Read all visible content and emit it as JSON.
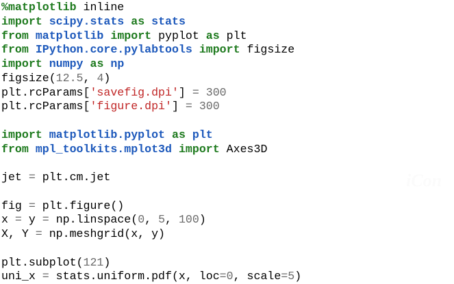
{
  "colors": {
    "background": "#ffffff",
    "keyword": "#1e7a1e",
    "namespace": "#1c58bb",
    "string": "#c02525",
    "number": "#6a6a6a",
    "operator": "#6a6a6a",
    "plain": "#000000"
  },
  "watermark": {
    "text": "iCon"
  },
  "code": {
    "language": "python",
    "lines": [
      {
        "tokens": [
          {
            "c": "k",
            "t": "%matplotlib"
          },
          {
            "c": "p",
            "t": " inline"
          }
        ]
      },
      {
        "tokens": [
          {
            "c": "k",
            "t": "import"
          },
          {
            "c": "p",
            "t": " "
          },
          {
            "c": "nn",
            "t": "scipy.stats"
          },
          {
            "c": "p",
            "t": " "
          },
          {
            "c": "k",
            "t": "as"
          },
          {
            "c": "p",
            "t": " "
          },
          {
            "c": "nn",
            "t": "stats"
          }
        ]
      },
      {
        "tokens": [
          {
            "c": "k",
            "t": "from"
          },
          {
            "c": "p",
            "t": " "
          },
          {
            "c": "nn",
            "t": "matplotlib"
          },
          {
            "c": "p",
            "t": " "
          },
          {
            "c": "k",
            "t": "import"
          },
          {
            "c": "p",
            "t": " pyplot "
          },
          {
            "c": "k",
            "t": "as"
          },
          {
            "c": "p",
            "t": " plt"
          }
        ]
      },
      {
        "tokens": [
          {
            "c": "k",
            "t": "from"
          },
          {
            "c": "p",
            "t": " "
          },
          {
            "c": "nn",
            "t": "IPython.core.pylabtools"
          },
          {
            "c": "p",
            "t": " "
          },
          {
            "c": "k",
            "t": "import"
          },
          {
            "c": "p",
            "t": " figsize"
          }
        ]
      },
      {
        "tokens": [
          {
            "c": "k",
            "t": "import"
          },
          {
            "c": "p",
            "t": " "
          },
          {
            "c": "nn",
            "t": "numpy"
          },
          {
            "c": "p",
            "t": " "
          },
          {
            "c": "k",
            "t": "as"
          },
          {
            "c": "p",
            "t": " "
          },
          {
            "c": "nn",
            "t": "np"
          }
        ]
      },
      {
        "tokens": [
          {
            "c": "p",
            "t": "figsize("
          },
          {
            "c": "m",
            "t": "12.5"
          },
          {
            "c": "p",
            "t": ", "
          },
          {
            "c": "m",
            "t": "4"
          },
          {
            "c": "p",
            "t": ")"
          }
        ]
      },
      {
        "tokens": [
          {
            "c": "p",
            "t": "plt.rcParams["
          },
          {
            "c": "s",
            "t": "'savefig.dpi'"
          },
          {
            "c": "p",
            "t": "] "
          },
          {
            "c": "o",
            "t": "="
          },
          {
            "c": "p",
            "t": " "
          },
          {
            "c": "m",
            "t": "300"
          }
        ]
      },
      {
        "tokens": [
          {
            "c": "p",
            "t": "plt.rcParams["
          },
          {
            "c": "s",
            "t": "'figure.dpi'"
          },
          {
            "c": "p",
            "t": "] "
          },
          {
            "c": "o",
            "t": "="
          },
          {
            "c": "p",
            "t": " "
          },
          {
            "c": "m",
            "t": "300"
          }
        ]
      },
      {
        "tokens": []
      },
      {
        "tokens": [
          {
            "c": "k",
            "t": "import"
          },
          {
            "c": "p",
            "t": " "
          },
          {
            "c": "nn",
            "t": "matplotlib.pyplot"
          },
          {
            "c": "p",
            "t": " "
          },
          {
            "c": "k",
            "t": "as"
          },
          {
            "c": "p",
            "t": " "
          },
          {
            "c": "nn",
            "t": "plt"
          }
        ]
      },
      {
        "tokens": [
          {
            "c": "k",
            "t": "from"
          },
          {
            "c": "p",
            "t": " "
          },
          {
            "c": "nn",
            "t": "mpl_toolkits.mplot3d"
          },
          {
            "c": "p",
            "t": " "
          },
          {
            "c": "k",
            "t": "import"
          },
          {
            "c": "p",
            "t": " Axes3D"
          }
        ]
      },
      {
        "tokens": []
      },
      {
        "tokens": [
          {
            "c": "p",
            "t": "jet "
          },
          {
            "c": "o",
            "t": "="
          },
          {
            "c": "p",
            "t": " plt.cm.jet"
          }
        ]
      },
      {
        "tokens": []
      },
      {
        "tokens": [
          {
            "c": "p",
            "t": "fig "
          },
          {
            "c": "o",
            "t": "="
          },
          {
            "c": "p",
            "t": " plt.figure()"
          }
        ]
      },
      {
        "tokens": [
          {
            "c": "p",
            "t": "x "
          },
          {
            "c": "o",
            "t": "="
          },
          {
            "c": "p",
            "t": " y "
          },
          {
            "c": "o",
            "t": "="
          },
          {
            "c": "p",
            "t": " np.linspace("
          },
          {
            "c": "m",
            "t": "0"
          },
          {
            "c": "p",
            "t": ", "
          },
          {
            "c": "m",
            "t": "5"
          },
          {
            "c": "p",
            "t": ", "
          },
          {
            "c": "m",
            "t": "100"
          },
          {
            "c": "p",
            "t": ")"
          }
        ]
      },
      {
        "tokens": [
          {
            "c": "p",
            "t": "X, Y "
          },
          {
            "c": "o",
            "t": "="
          },
          {
            "c": "p",
            "t": " np.meshgrid(x, y)"
          }
        ]
      },
      {
        "tokens": []
      },
      {
        "tokens": [
          {
            "c": "p",
            "t": "plt.subplot("
          },
          {
            "c": "m",
            "t": "121"
          },
          {
            "c": "p",
            "t": ")"
          }
        ]
      },
      {
        "tokens": [
          {
            "c": "p",
            "t": "uni_x "
          },
          {
            "c": "o",
            "t": "="
          },
          {
            "c": "p",
            "t": " stats.uniform.pdf(x, loc"
          },
          {
            "c": "o",
            "t": "="
          },
          {
            "c": "m",
            "t": "0"
          },
          {
            "c": "p",
            "t": ", scale"
          },
          {
            "c": "o",
            "t": "="
          },
          {
            "c": "m",
            "t": "5"
          },
          {
            "c": "p",
            "t": ")"
          }
        ]
      }
    ]
  }
}
